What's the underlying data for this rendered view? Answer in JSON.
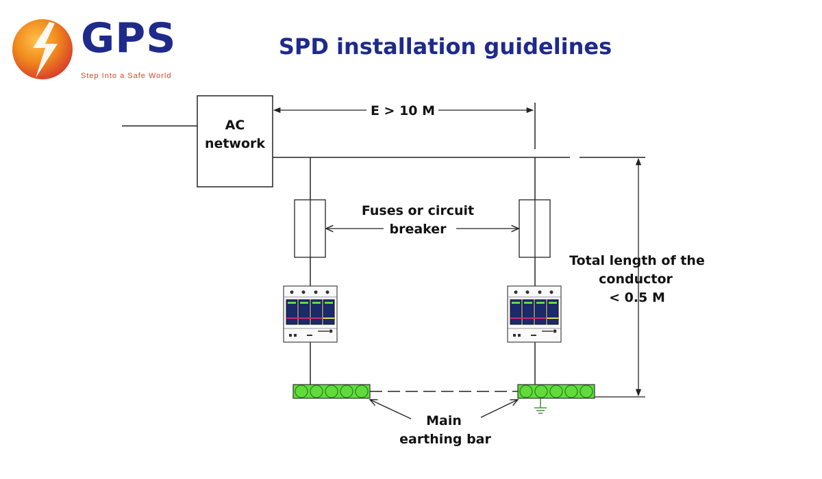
{
  "brand": {
    "name": "GPS",
    "tagline": "Step Into a Safe World",
    "logo_icon": "lightning-sphere-icon",
    "colors": {
      "primary": "#1e2a8c",
      "accent": "#d9442a",
      "orange": "#f08a1c"
    }
  },
  "title": "SPD installation guidelines",
  "diagram": {
    "ac_network": [
      "AC",
      "network"
    ],
    "distance_label": "E > 10 M",
    "fuses_label": [
      "Fuses or circuit",
      "breaker"
    ],
    "conductor_label": [
      "Total length of the",
      "conductor",
      "< 0.5 M"
    ],
    "earthing_label": [
      "Main",
      "earthing bar"
    ],
    "colors": {
      "earthing_bar": "#5fdc3a",
      "line": "#222222"
    }
  }
}
